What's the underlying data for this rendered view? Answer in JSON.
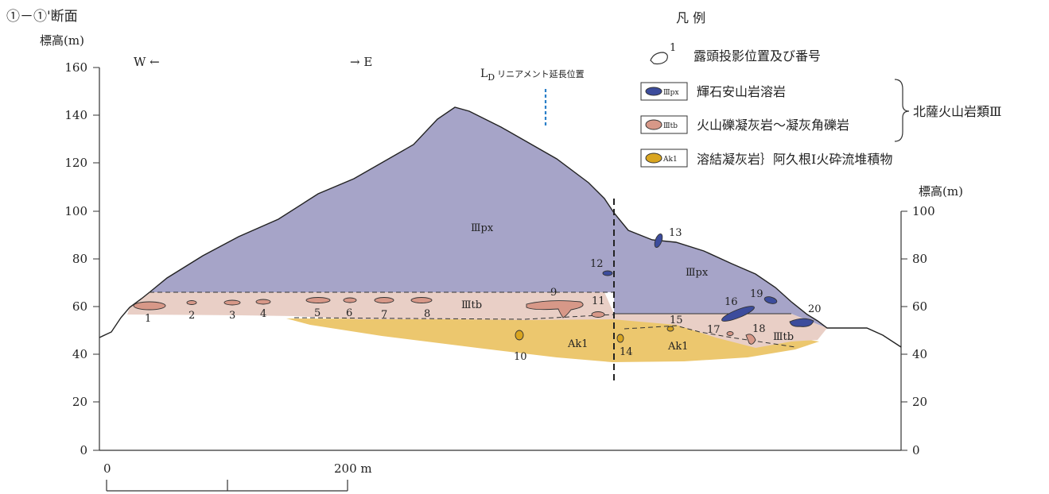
{
  "title": "①－①'断面",
  "y_axis_label_left": "標高(m)",
  "y_axis_label_right": "標高(m)",
  "direction_west": "W ←",
  "direction_east": "→ E",
  "lineament_label_prefix": "L",
  "lineament_label_sub": "D",
  "lineament_label_text": "リニアメント延長位置",
  "y_ticks_left": [
    "160",
    "140",
    "120",
    "100",
    "80",
    "60",
    "40",
    "20",
    "0"
  ],
  "y_ticks_right": [
    "100",
    "80",
    "60",
    "40",
    "20",
    "0"
  ],
  "scale_bar": {
    "start": "0",
    "end": "200 m"
  },
  "unit_labels": {
    "px_main": "Ⅲpx",
    "px_east": "Ⅲpx",
    "tb_main": "Ⅲtb",
    "tb_east": "Ⅲtb",
    "ak_west": "Ak1",
    "ak_east": "Ak1"
  },
  "outcrop_numbers": [
    "1",
    "2",
    "3",
    "4",
    "5",
    "6",
    "7",
    "8",
    "9",
    "10",
    "11",
    "12",
    "13",
    "14",
    "15",
    "16",
    "17",
    "18",
    "19",
    "20"
  ],
  "legend": {
    "title": "凡 例",
    "outcrop_key_number": "1",
    "outcrop_text": "露頭投影位置及び番号",
    "px_box": "Ⅲpx",
    "px_text": "輝石安山岩溶岩",
    "tb_box": "Ⅲtb",
    "tb_text": "火山礫凝灰岩～凝灰角礫岩",
    "ak_box": "Ak1",
    "ak_text": "溶結凝灰岩｝阿久根Ⅰ火砕流堆積物",
    "group_text": "北薩火山岩類Ⅲ"
  },
  "colors": {
    "px_fill": "#a6a4c8",
    "tb_fill": "#e9cfc6",
    "ak_fill": "#ecc76e",
    "px_outcrop": "#3c4c9c",
    "tb_outcrop": "#d79888",
    "ak_outcrop": "#d9a520",
    "lineament": "#2a7fc8"
  }
}
